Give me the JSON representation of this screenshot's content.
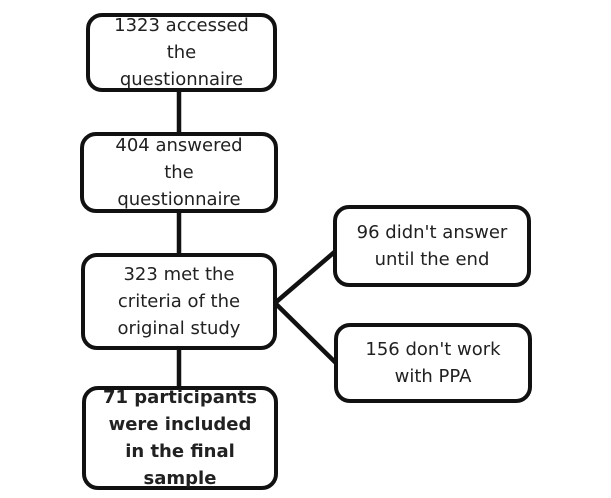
{
  "colors": {
    "background": "#ffffff",
    "box_fill": "#ffffff",
    "border": "#111111",
    "text": "#212121",
    "line": "#111111"
  },
  "flowchart": {
    "main_flow": {
      "accessed": {
        "text": "1323 accessed the questionnaire"
      },
      "answered": {
        "text": "404 answered the questionnaire"
      },
      "criteria": {
        "text": "323 met the criteria of the original study"
      },
      "final": {
        "text": "71 participants were included in the final sample"
      }
    },
    "exclusions": {
      "didnt_answer": {
        "text": "96 didn't answer until the end"
      },
      "no_ppa": {
        "text": "156 don't work with PPA"
      }
    }
  }
}
